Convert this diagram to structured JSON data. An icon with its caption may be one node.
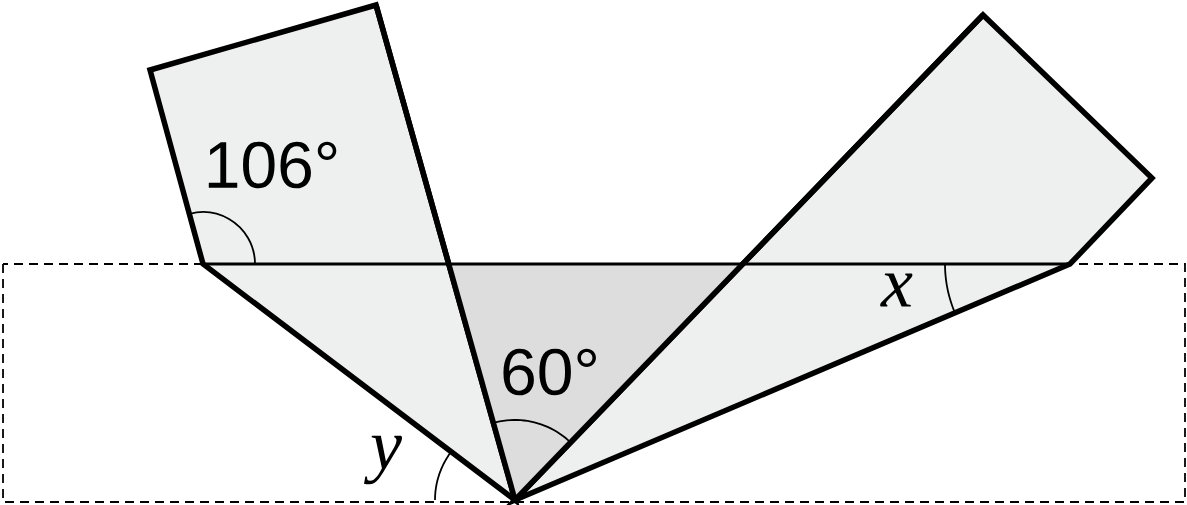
{
  "diagram": {
    "labels": [
      "106°",
      "60°",
      "x",
      "y"
    ]
  }
}
